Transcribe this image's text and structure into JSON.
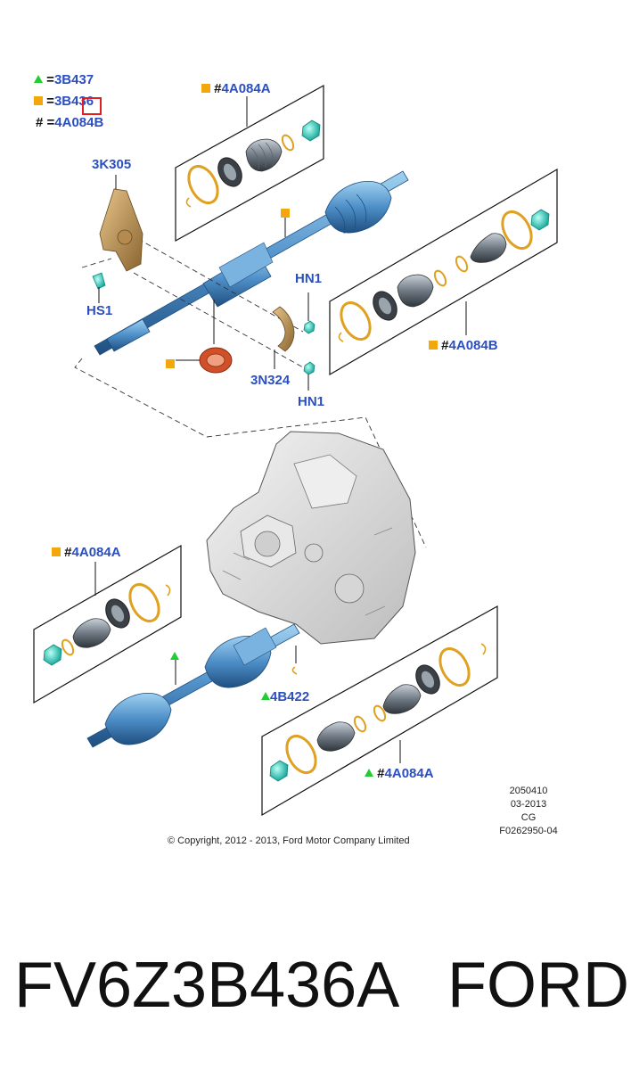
{
  "legend": [
    {
      "symbol": "triangle-green",
      "eq": "=",
      "code": "3B437"
    },
    {
      "symbol": "square-orange",
      "eq": "=",
      "code": "3B436"
    },
    {
      "symbol": "#",
      "eq": "=",
      "code": "4A084B"
    }
  ],
  "callouts": {
    "kit_top": {
      "prefix": "#",
      "code": "4A084A"
    },
    "kit_right": {
      "prefix": "#",
      "code": "4A084B"
    },
    "kit_left": {
      "prefix": "#",
      "code": "4A084A"
    },
    "kit_bottom": {
      "prefix": "#",
      "code": "4A084A"
    },
    "bracket": "3K305",
    "bolt": "HS1",
    "nut_upper": "HN1",
    "nut_lower": "HN1",
    "strap": "3N324",
    "clip": "4B422"
  },
  "colors": {
    "label_blue": "#2b4fbf",
    "marker_green": "#22cc33",
    "marker_orange": "#f2a80c",
    "shaft_blue": "#4e8fc8",
    "ring_gold": "#e0a020",
    "seal_red": "#d0502a",
    "highlight_red": "#e02020"
  },
  "meta": {
    "line1": "2050410",
    "line2": "03-2013",
    "line3": "CG",
    "line4": "F0262950-04"
  },
  "copyright": "© Copyright, 2012 - 2013, Ford Motor Company Limited",
  "caption": {
    "part_number": "FV6Z3B436A",
    "brand": "FORD"
  }
}
